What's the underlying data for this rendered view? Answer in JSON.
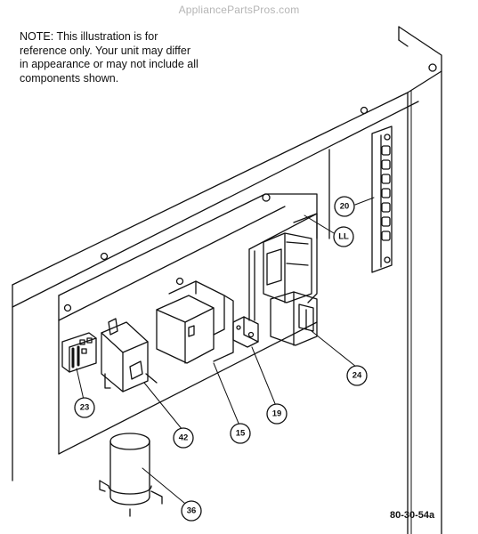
{
  "watermark": "AppliancePartsPros.com",
  "note": "NOTE:     This illustration is for reference only.    Your unit may differ in appearance or may not include all components shown.",
  "diagram_id": "80-30-54a",
  "callouts": {
    "c20": "20",
    "cLL": "LL",
    "c24": "24",
    "c23": "23",
    "c42": "42",
    "c15": "15",
    "c19": "19",
    "c36": "36"
  }
}
